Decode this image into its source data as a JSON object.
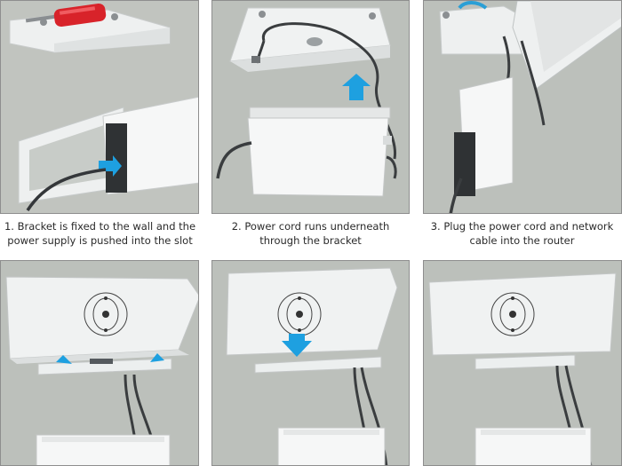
{
  "captions": [
    {
      "line1": "1. Bracket is fixed to the wall and the",
      "line2": "power supply is pushed into the slot"
    },
    {
      "line1": "2. Power cord runs underneath",
      "line2": "through the bracket"
    },
    {
      "line1": "3. Plug the power cord and network",
      "line2": "cable into the router"
    }
  ],
  "colors": {
    "wall": "#b9bdb8",
    "white_part": "#f3f4f4",
    "cable": "#3a3d3f",
    "arrow": "#1ea0e0",
    "screwdriver": "#d8232a"
  }
}
